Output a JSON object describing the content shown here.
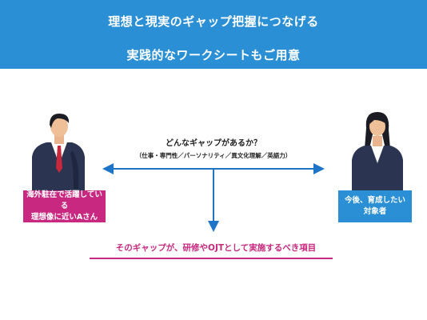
{
  "header": {
    "line1": "理想と現実のギャップ把握につなげる",
    "line2": "実践的なワークシートもご用意"
  },
  "diagram": {
    "question": "どんなギャップがあるか？",
    "categories": "（仕事・専門性／パーソナリティ／異文化理解／英語力）",
    "left_label": "海外駐在で活躍している\n理想像に近いAさん",
    "right_label": "今後、育成したい\n対象者",
    "bottom_text": "そのギャップが、研修やOJTとして実施するべき項目"
  },
  "colors": {
    "header_blue": "#2a8fd4",
    "arrow_blue": "#1e74c6",
    "accent_magenta": "#c8287f",
    "navy_suit": "#2b3450"
  }
}
